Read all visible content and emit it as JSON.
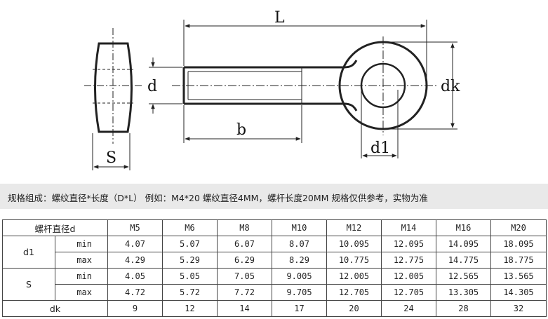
{
  "diagram": {
    "labels": {
      "L": "L",
      "b": "b",
      "d": "d",
      "dk": "dk",
      "d1": "d1",
      "S": "S"
    }
  },
  "note": "规格组成：螺纹直径*长度（D*L）    例如：M4*20 螺纹直径4MM，螺杆长度20MM  规格仅供参考，实物为准",
  "table": {
    "corner_label": "螺杆直径d",
    "sizes": [
      "M5",
      "M6",
      "M8",
      "M10",
      "M12",
      "M14",
      "M16",
      "M20"
    ],
    "d1": {
      "label": "d1",
      "min_label": "min",
      "max_label": "max",
      "min": [
        "4.07",
        "5.07",
        "6.07",
        "8.07",
        "10.095",
        "12.095",
        "14.095",
        "18.095"
      ],
      "max": [
        "4.29",
        "5.29",
        "6.29",
        "8.29",
        "10.775",
        "12.775",
        "14.775",
        "18.775"
      ]
    },
    "s": {
      "label": "S",
      "min_label": "min",
      "max_label": "max",
      "min": [
        "4.05",
        "5.05",
        "7.05",
        "9.005",
        "12.005",
        "12.005",
        "12.565",
        "13.565"
      ],
      "max": [
        "4.72",
        "5.72",
        "7.72",
        "9.705",
        "12.705",
        "12.705",
        "13.305",
        "14.305"
      ]
    },
    "dk": {
      "label": "dk",
      "values": [
        "9",
        "12",
        "14",
        "17",
        "20",
        "24",
        "28",
        "32"
      ]
    }
  }
}
